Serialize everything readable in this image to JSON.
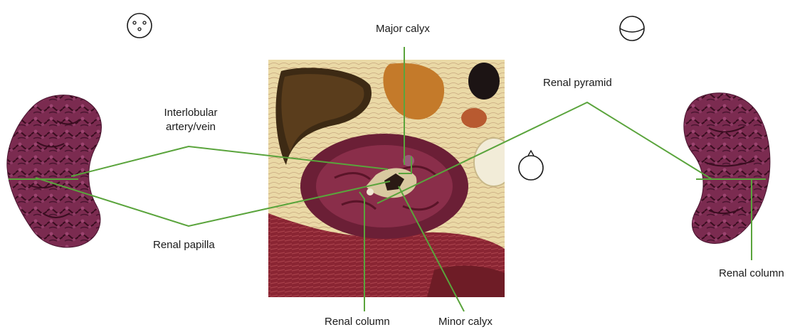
{
  "labels": {
    "major_calyx": "Major calyx",
    "renal_pyramid": "Renal pyramid",
    "interlobular_line1": "Interlobular",
    "interlobular_line2": "artery/vein",
    "renal_papilla": "Renal papilla",
    "renal_column_bottom": "Renal column",
    "minor_calyx": "Minor calyx",
    "renal_column_right": "Renal column"
  },
  "icons": {
    "face_icon": "anterior-view-face-icon",
    "head_top_icon": "superior-view-head-icon",
    "head_side_icon": "lateral-view-head-icon"
  },
  "colors": {
    "leader_line": "#5aa43c",
    "kidney_tissue": "#7a2a4e",
    "kidney_dark": "#3e0f24",
    "cortex_light": "#a8466f",
    "fat": "#e8d9a8",
    "muscle": "#8a2a36"
  }
}
